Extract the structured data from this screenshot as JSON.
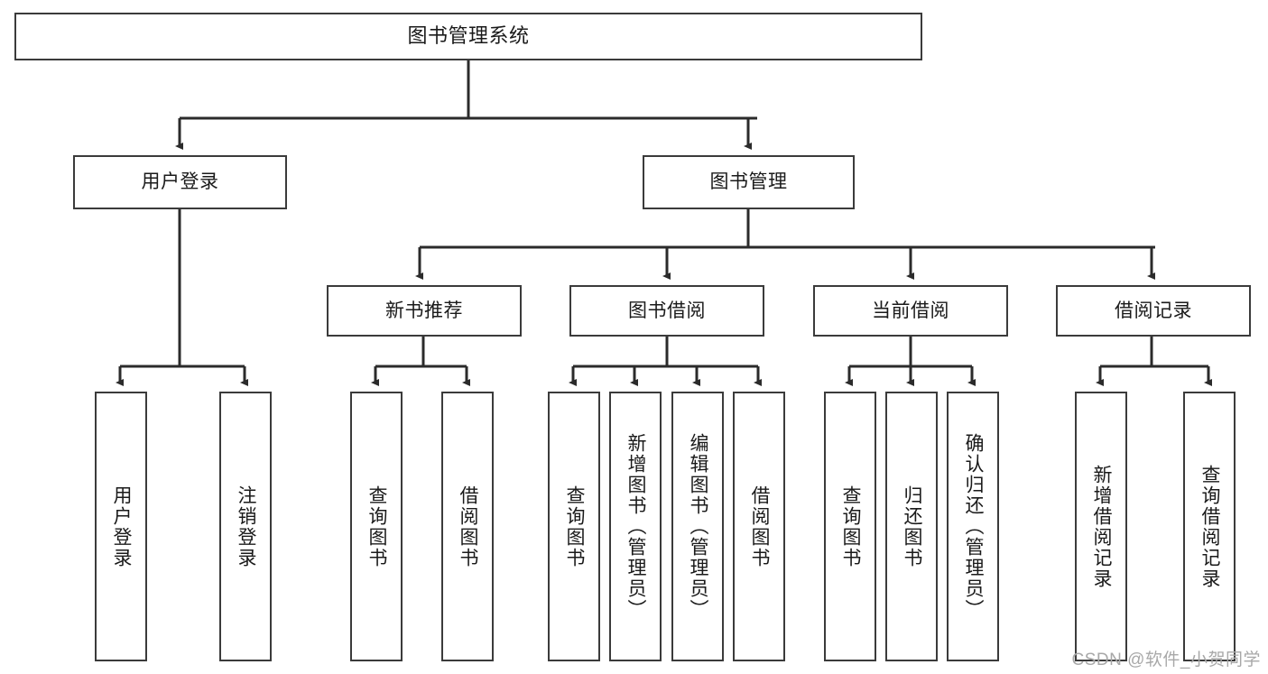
{
  "diagram": {
    "title": "图书管理系统",
    "type": "tree",
    "watermark": "CSDN @软件_小贺同学",
    "colors": {
      "box_border": "#3b3b3b",
      "box_fill": "#ffffff",
      "edge": "#2b2b2b",
      "text": "#1a1a1a",
      "watermark": "#a8a8a8"
    },
    "nodes": {
      "root": {
        "label": "图书管理系统"
      },
      "level2": [
        {
          "id": "user-login",
          "label": "用户登录"
        },
        {
          "id": "book-management",
          "label": "图书管理"
        }
      ],
      "level3": [
        {
          "id": "new-book-recommend",
          "label": "新书推荐"
        },
        {
          "id": "book-borrow",
          "label": "图书借阅"
        },
        {
          "id": "current-borrow",
          "label": "当前借阅"
        },
        {
          "id": "borrow-record",
          "label": "借阅记录"
        }
      ],
      "leaves": [
        {
          "id": "leaf-user-login",
          "label": "用户登录",
          "parent": "user-login"
        },
        {
          "id": "leaf-logout",
          "label": "注销登录",
          "parent": "user-login"
        },
        {
          "id": "leaf-query-book-1",
          "label": "查询图书",
          "parent": "new-book-recommend"
        },
        {
          "id": "leaf-borrow-book-1",
          "label": "借阅图书",
          "parent": "new-book-recommend"
        },
        {
          "id": "leaf-query-book-2",
          "label": "查询图书",
          "parent": "book-borrow"
        },
        {
          "id": "leaf-add-book",
          "label": "新增图书（管理员）",
          "parent": "book-borrow"
        },
        {
          "id": "leaf-edit-book",
          "label": "编辑图书（管理员）",
          "parent": "book-borrow"
        },
        {
          "id": "leaf-borrow-book-2",
          "label": "借阅图书",
          "parent": "book-borrow"
        },
        {
          "id": "leaf-query-book-3",
          "label": "查询图书",
          "parent": "current-borrow"
        },
        {
          "id": "leaf-return-book",
          "label": "归还图书",
          "parent": "current-borrow"
        },
        {
          "id": "leaf-confirm-return",
          "label": "确认归还（管理员）",
          "parent": "current-borrow"
        },
        {
          "id": "leaf-add-record",
          "label": "新增借阅记录",
          "parent": "borrow-record"
        },
        {
          "id": "leaf-query-record",
          "label": "查询借阅记录",
          "parent": "borrow-record"
        }
      ]
    }
  }
}
